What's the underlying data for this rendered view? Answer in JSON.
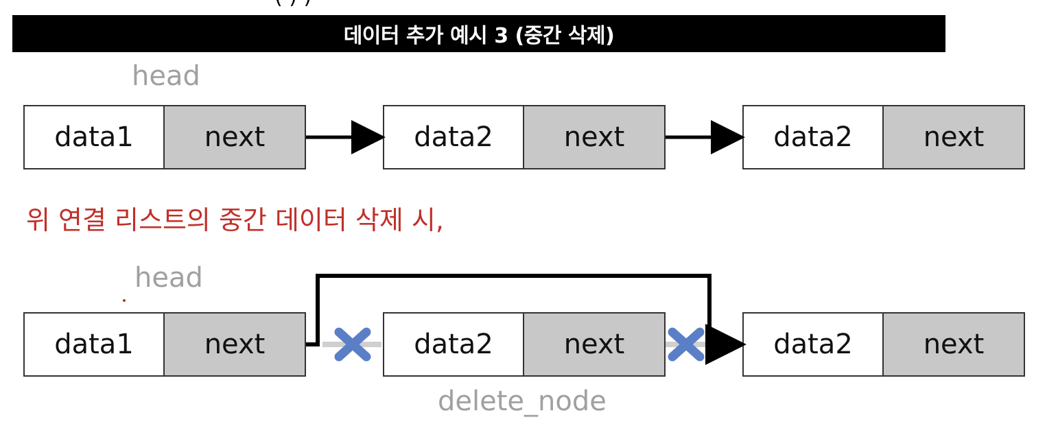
{
  "title": "데이터 추가 예시 3 (중간 삭제)",
  "partial_top_text": "(        )         )",
  "top_list": {
    "head_label": "head",
    "nodes": [
      {
        "data": "data1",
        "next": "next"
      },
      {
        "data": "data2",
        "next": "next"
      },
      {
        "data": "data2",
        "next": "next"
      }
    ]
  },
  "caption": "위 연결 리스트의 중간 데이터 삭제 시,",
  "bottom_list": {
    "head_label": "head",
    "delete_label": "delete_node",
    "nodes": [
      {
        "data": "data1",
        "next": "next"
      },
      {
        "data": "data2",
        "next": "next"
      },
      {
        "data": "data2",
        "next": "next"
      }
    ]
  },
  "colors": {
    "title_bg": "#000000",
    "caption": "#c0302a",
    "cross": "#5b7fc7",
    "next_fill": "#c8c8c8",
    "label_gray": "#a0a0a0"
  }
}
